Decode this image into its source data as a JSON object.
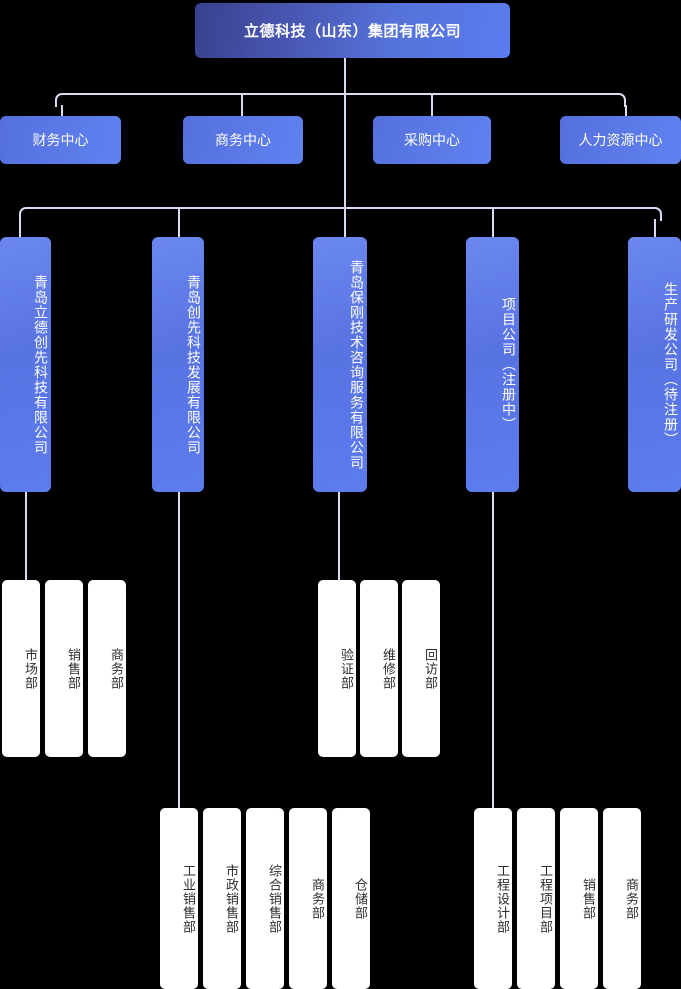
{
  "org_chart": {
    "root": {
      "label": "立德科技（山东）集团有限公司"
    },
    "centers": [
      {
        "label": "财务中心"
      },
      {
        "label": "商务中心"
      },
      {
        "label": "采购中心"
      },
      {
        "label": "人力资源中心"
      }
    ],
    "subsidiaries": [
      {
        "label": "青岛立德创先科技有限公司"
      },
      {
        "label": "青岛创先科技发展有限公司"
      },
      {
        "label": "青岛保刚技术咨询服务有限公司"
      },
      {
        "label": "项目公司（注册中）"
      },
      {
        "label": "生产研发公司（待注册）"
      }
    ],
    "departments_group_a": [
      {
        "label": "市场部"
      },
      {
        "label": "销售部"
      },
      {
        "label": "商务部"
      }
    ],
    "departments_group_b": [
      {
        "label": "验证部"
      },
      {
        "label": "维修部"
      },
      {
        "label": "回访部"
      }
    ],
    "departments_group_c": [
      {
        "label": "工业销售部"
      },
      {
        "label": "市政销售部"
      },
      {
        "label": "综合销售部"
      },
      {
        "label": "商务部"
      },
      {
        "label": "仓储部"
      }
    ],
    "departments_group_d": [
      {
        "label": "工程设计部"
      },
      {
        "label": "工程项目部"
      },
      {
        "label": "销售部"
      },
      {
        "label": "商务部"
      }
    ],
    "colors": {
      "background": "#000000",
      "root_gradient_start": "#39418e",
      "root_gradient_end": "#5b7bf0",
      "branch_blue": "#5d7cee",
      "connector": "#d7dcf2",
      "leaf_background": "#ffffff",
      "leaf_text": "#2e2e2e"
    }
  }
}
